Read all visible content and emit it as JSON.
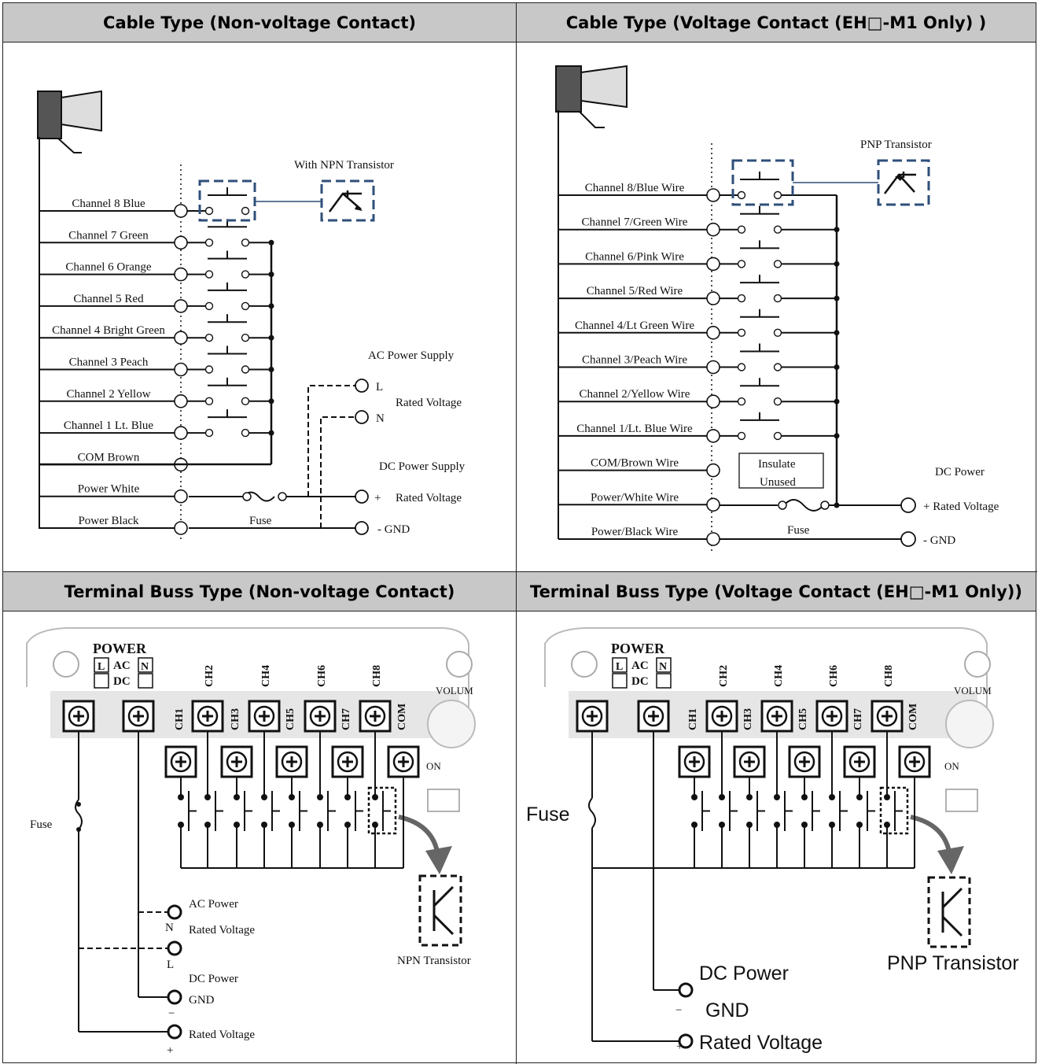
{
  "panels": {
    "cable_nonvoltage": {
      "title": "Cable Type (Non-voltage Contact)",
      "channels": [
        "Channel 8 Blue",
        "Channel 7 Green",
        "Channel 6 Orange",
        "Channel 5 Red",
        "Channel 4 Bright Green",
        "Channel 3 Peach",
        "Channel 2 Yellow",
        "Channel 1 Lt. Blue",
        "COM Brown",
        "Power White",
        "Power Black"
      ],
      "transistor_label": "With NPN Transistor",
      "ac_label": "AC Power Supply",
      "dc_label": "DC Power Supply",
      "rated_voltage": "Rated Voltage",
      "terminal_l": "L",
      "terminal_n": "N",
      "plus": "+",
      "gnd": "- GND",
      "fuse": "Fuse"
    },
    "cable_voltage": {
      "title": "Cable Type (Voltage Contact (EH□-M1 Only) )",
      "channels": [
        "Channel 8/Blue Wire",
        "Channel 7/Green Wire",
        "Channel 6/Pink Wire",
        "Channel 5/Red Wire",
        "Channel 4/Lt Green Wire",
        "Channel 3/Peach Wire",
        "Channel 2/Yellow Wire",
        "Channel 1/Lt. Blue Wire",
        "COM/Brown Wire",
        "Power/White Wire",
        "Power/Black Wire"
      ],
      "transistor_label": "PNP Transistor",
      "insulate": "Insulate",
      "unused": "Unused",
      "dc_label": "DC Power",
      "rated": "+ Rated Voltage",
      "gnd": "- GND",
      "fuse": "Fuse"
    },
    "terminal_nonvoltage": {
      "title": "Terminal Buss Type (Non-voltage Contact)",
      "power": "POWER",
      "ac": "AC",
      "dc": "DC",
      "term_l": "L",
      "term_n": "N",
      "top_channels": [
        "CH2",
        "CH4",
        "CH6",
        "CH8"
      ],
      "low_channels": [
        "CH1",
        "CH3",
        "CH5",
        "CH7",
        "COM"
      ],
      "volume": "VOLUM",
      "on": "ON",
      "fuse": "Fuse",
      "ac_power": "AC Power",
      "rated_voltage": "Rated Voltage",
      "dc_power": "DC Power",
      "gnd": "GND",
      "rated_voltage2": "Rated Voltage",
      "n": "N",
      "l": "L",
      "minus": "−",
      "plus": "+",
      "transistor": "NPN Transistor"
    },
    "terminal_voltage": {
      "title": "Terminal Buss Type (Voltage Contact (EH□-M1 Only))",
      "power": "POWER",
      "ac": "AC",
      "dc": "DC",
      "term_l": "L",
      "term_n": "N",
      "top_channels": [
        "CH2",
        "CH4",
        "CH6",
        "CH8"
      ],
      "low_channels": [
        "CH1",
        "CH3",
        "CH5",
        "CH7",
        "COM"
      ],
      "volume": "VOLUM",
      "on": "ON",
      "fuse": "Fuse",
      "dc_power": "DC Power",
      "gnd": "GND",
      "rated_voltage": "Rated Voltage",
      "minus": "−",
      "plus": "+",
      "transistor": "PNP Transistor"
    }
  },
  "colors": {
    "header_bg": "#c8c8c8",
    "accent_box": "#2f4f7a",
    "line": "#111111"
  }
}
